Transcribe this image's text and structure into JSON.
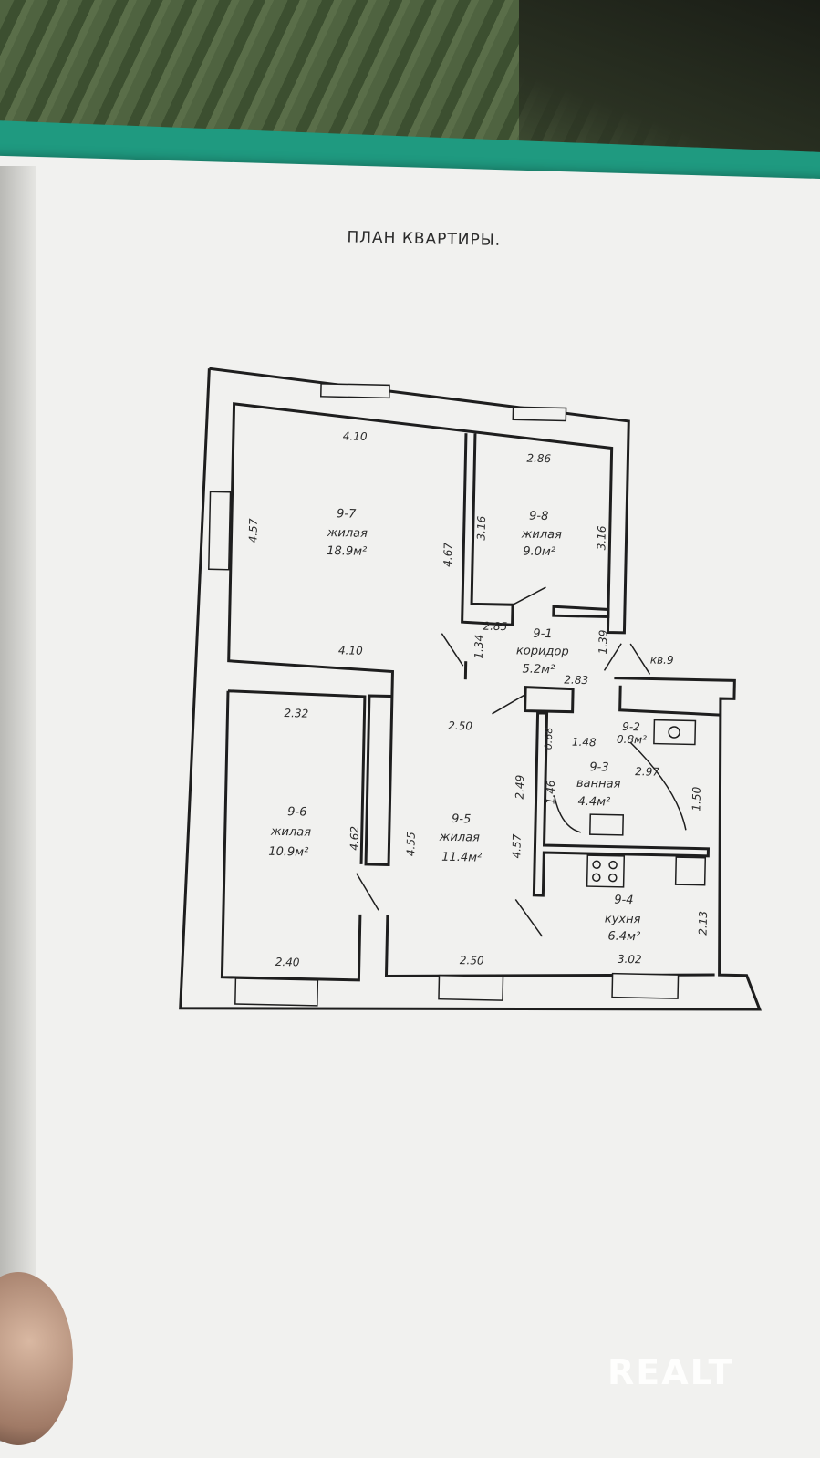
{
  "title": "ПЛАН КВАРТИРЫ.",
  "apartment_marker": "кв.9",
  "rooms": [
    {
      "id": "9-7",
      "type": "жилая",
      "area": "18.9м²",
      "dims": {
        "top": "4.10",
        "left": "4.57",
        "right": "4.67",
        "bottom": "4.10"
      }
    },
    {
      "id": "9-8",
      "type": "жилая",
      "area": "9.0м²",
      "dims": {
        "top": "2.86",
        "left": "3.16",
        "right": "3.16",
        "bottom": "2.85"
      }
    },
    {
      "id": "9-1",
      "type": "коридор",
      "area": "5.2м²",
      "dims": {
        "left": "1.34",
        "right": "1.39",
        "bottom": "2.83"
      }
    },
    {
      "id": "9-6",
      "type": "жилая",
      "area": "10.9м²",
      "dims": {
        "top": "2.32",
        "right": "4.62",
        "bottom": "2.40"
      }
    },
    {
      "id": "9-5",
      "type": "жилая",
      "area": "11.4м²",
      "dims": {
        "top": "2.50",
        "left": "4.55",
        "right": "4.57",
        "bottom": "2.50",
        "extra": "2.49"
      }
    },
    {
      "id": "9-2",
      "type": "",
      "area": "0.8м²",
      "dims": {
        "a": "0.68",
        "b": "1.48"
      }
    },
    {
      "id": "9-3",
      "type": "ванная",
      "area": "4.4м²",
      "dims": {
        "top": "2.97",
        "left": "1.46",
        "right": "1.50"
      }
    },
    {
      "id": "9-4",
      "type": "кухня",
      "area": "6.4м²",
      "dims": {
        "right": "2.13",
        "bottom": "3.02"
      }
    }
  ],
  "watermark": "REALT"
}
